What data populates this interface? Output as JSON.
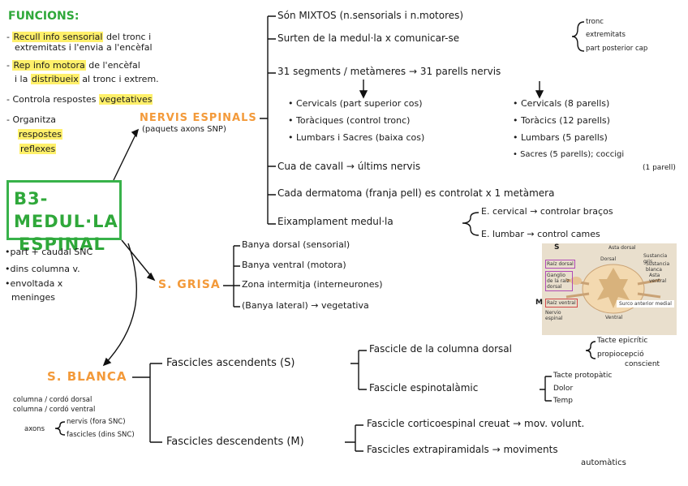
{
  "funcions": {
    "heading": "FUNCIONS:",
    "items": [
      {
        "hl": "Recull info sensorial",
        "rest": " del tronc i",
        "line2": "extremitats i l'envia a l'encèfal"
      },
      {
        "hl": "Rep info motora",
        "rest": " de l'encèfal",
        "line2a": "i la ",
        "line2hl": "distribueix",
        "line2b": " al tronc i extrem."
      },
      {
        "pre": "Controla respostes ",
        "hl": "vegetatives"
      },
      {
        "pre": "Organitza",
        "hl1": "respostes",
        "hl2": "reflexes"
      }
    ]
  },
  "main": {
    "title_line1": "B3- MEDUL·LA",
    "title_line2": "ESPINAL",
    "props": [
      "part + caudal SNC",
      "dins columna v.",
      "envoltada x",
      "meninges"
    ]
  },
  "nervis": {
    "label": "NERVIS ESPINALS",
    "sub": "(paquets axons SNP)",
    "b1": "Són MIXTOS (n.sensorials i n.motores)",
    "b2": "Surten de la medul·la x comunicar-se",
    "b2_targets": [
      "tronc",
      "extremitats",
      "part posterior cap"
    ],
    "b3": "31 segments / metàmeres → 31 parells nervis",
    "segments_left": [
      "Cervicals (part superior cos)",
      "Toràciques (control tronc)",
      "Lumbars i Sacres (baixa cos)"
    ],
    "segments_right": [
      "Cervicals (8 parells)",
      "Toràcics (12 parells)",
      "Lumbars (5 parells)",
      "Sacres (5 parells); coccigi",
      "(1 parell)"
    ],
    "b4": "Cua de cavall → últims nervis",
    "b5": "Cada dermatoma (franja pell) es controlat x 1 metàmera",
    "b6": "Eixamplament medul·la",
    "b6_targets": [
      "E. cervical → controlar braços",
      "E. lumbar → control cames"
    ]
  },
  "grisa": {
    "label": "S. GRISA",
    "items": [
      "Banya dorsal (sensorial)",
      "Banya ventral (motora)",
      "Zona intermitja (interneurones)",
      "(Banya lateral) → vegetativa"
    ]
  },
  "blanca": {
    "label": "S. BLANCA",
    "notes": [
      "columna / cordó dorsal",
      "columna / cordó ventral"
    ],
    "axons_label": "axons",
    "axons_items": [
      "nervis (fora SNC)",
      "fascicles (dins SNC)"
    ],
    "asc": "Fascicles ascendents (S)",
    "asc_items": [
      "Fascicle de la columna dorsal",
      "Fascicle espinotalàmic"
    ],
    "dorsal_targets": [
      "Tacte epicrític",
      "propiocepció",
      "conscient"
    ],
    "espino_targets": [
      "Tacte protopàtic",
      "Dolor",
      "Temp"
    ],
    "desc": "Fascicles descendents (M)",
    "desc_items": [
      "Fascicle corticoespinal creuat → mov. volunt.",
      "Fascicles extrapiramidals → moviments"
    ],
    "desc_extra": "automàtics"
  },
  "figure": {
    "labels": [
      "Asta dorsal",
      "Dorsal",
      "Sustancia gris",
      "Raíz dorsal",
      "Sustancia blanca",
      "Ganglio de la raíz dorsal",
      "Asta ventral",
      "Raíz ventral",
      "Nervio espinal",
      "Surco anterior medial",
      "Ventral"
    ],
    "marks": [
      "S",
      "M"
    ]
  }
}
